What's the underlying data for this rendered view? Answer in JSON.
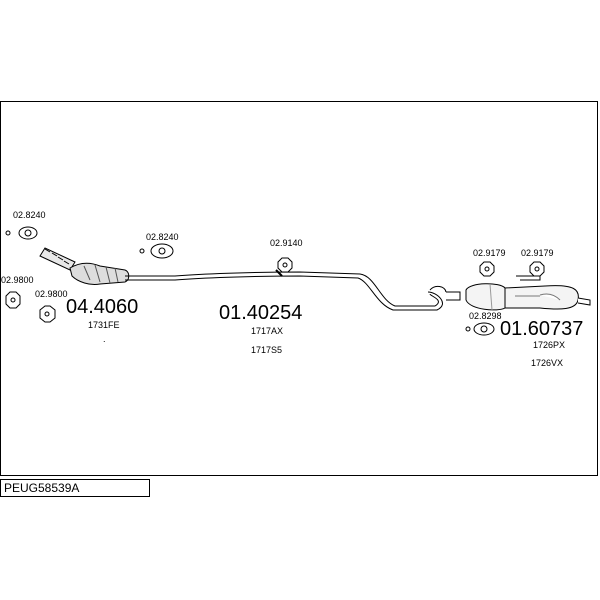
{
  "sheet": {
    "code": "PEUG58539A"
  },
  "parts": {
    "front": {
      "number": "04.4060",
      "refs": [
        "1731FE"
      ],
      "dot": "."
    },
    "middle": {
      "number": "01.40254",
      "refs": [
        "1717AX",
        "1717S5"
      ]
    },
    "rear": {
      "number": "01.60737",
      "refs": [
        "1726PX",
        "1726VX"
      ]
    }
  },
  "fittings": {
    "clamp_top_left": "02.8240",
    "clamp_mid_left": "02.8240",
    "gasket_left_a": "02.9800",
    "gasket_left_b": "02.9800",
    "hanger_middle": "02.9140",
    "hanger_rear_a": "02.9179",
    "hanger_rear_b": "02.9179",
    "clamp_rear": "02.8298"
  }
}
